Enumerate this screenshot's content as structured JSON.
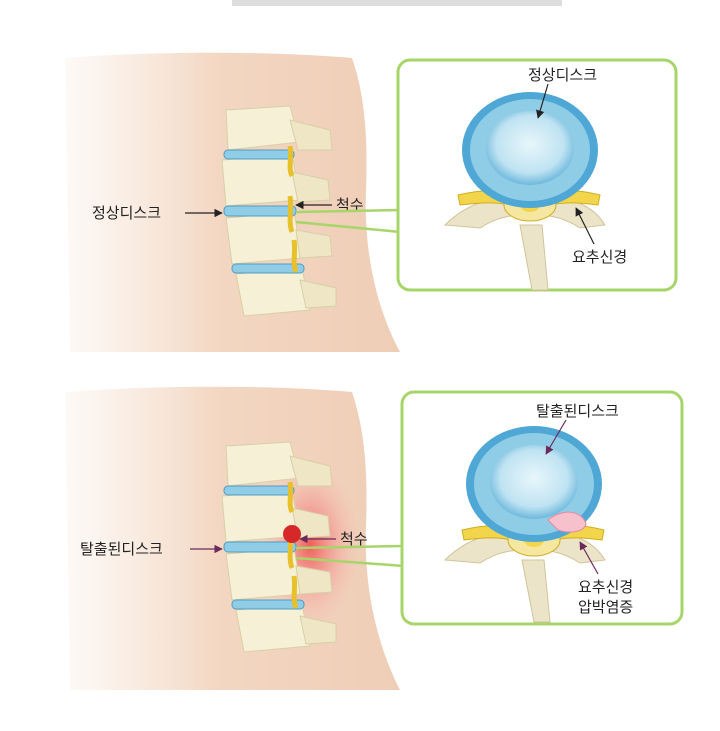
{
  "panels": [
    {
      "id": "normal",
      "side_label": "정상디스크",
      "spinal_cord_label": "척수",
      "inset_disc_label": "정상디스크",
      "inset_nerve_label": "요추신경",
      "inset_nerve_label_line2": ""
    },
    {
      "id": "herniated",
      "side_label": "탈출된디스크",
      "spinal_cord_label": "척수",
      "inset_disc_label": "탈출된디스크",
      "inset_nerve_label": "요추신경",
      "inset_nerve_label_line2": "압박염증"
    }
  ],
  "colors": {
    "skin": "#f3d9c4",
    "bone": "#f4eed3",
    "disc": "#8fcde6",
    "nerve": "#f2d54a",
    "inset_border": "#a7d56a",
    "inflammation": "#f26b6b"
  }
}
